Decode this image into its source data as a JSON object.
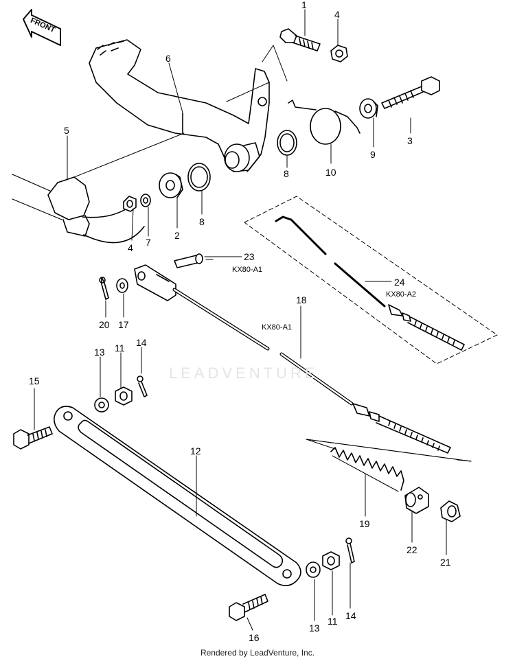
{
  "front_label": "FRONT",
  "watermark": "LEADVENTURE",
  "footer": "Rendered by LeadVenture, Inc.",
  "variants": {
    "a1": "KX80-A1",
    "a2": "KX80-A2"
  },
  "callouts": {
    "c1": "1",
    "c4a": "4",
    "c6": "6",
    "c3": "3",
    "c9": "9",
    "c10": "10",
    "c5": "5",
    "c8a": "8",
    "c8b": "8",
    "c2": "2",
    "c7": "7",
    "c4b": "4",
    "c23": "23",
    "c24": "24",
    "c18": "18",
    "c20": "20",
    "c17": "17",
    "c13a": "13",
    "c11a": "11",
    "c14a": "14",
    "c15": "15",
    "c12": "12",
    "c19": "19",
    "c22": "22",
    "c21": "21",
    "c13b": "13",
    "c11b": "11",
    "c14b": "14",
    "c16": "16"
  }
}
